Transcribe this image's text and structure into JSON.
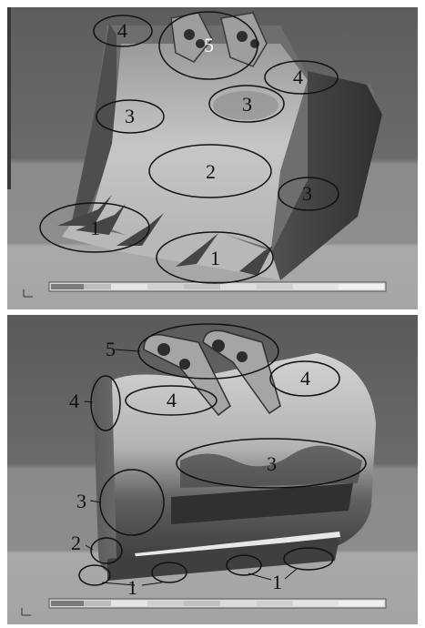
{
  "figure": {
    "top_view": {
      "labels": [
        "4",
        "5",
        "4",
        "3",
        "3",
        "2",
        "3",
        "1",
        "1"
      ]
    },
    "bottom_view": {
      "labels": [
        "5",
        "4",
        "4",
        "4",
        "3",
        "3",
        "2",
        "1",
        "1"
      ]
    }
  },
  "colors": {
    "background_dark": "#5b5b5b",
    "background_mid": "#8a8a8a",
    "floor_light": "#a9a9a9",
    "bucket_light": "#c9c9c9",
    "wear_dark": "#3b3b3b",
    "ellipse_stroke": "#111111"
  }
}
